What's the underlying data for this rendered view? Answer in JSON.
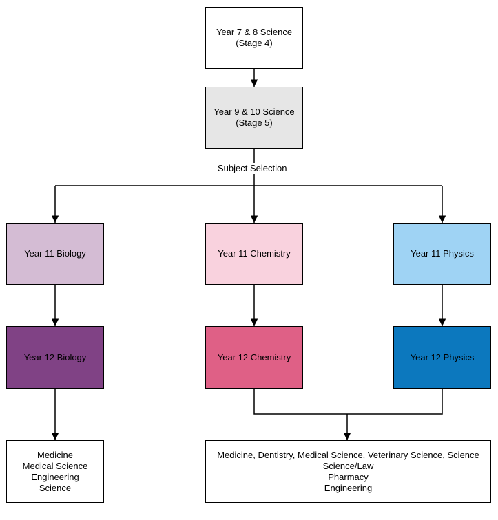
{
  "colors": {
    "stroke": "#000000",
    "fill_white": "#ffffff",
    "fill_gray": "#e6e6e6",
    "biology_light": "#d4bcd4",
    "biology_dark": "#804285",
    "chemistry_light": "#f9d2de",
    "chemistry_dark": "#df6086",
    "physics_light": "#9fd3f4",
    "physics_dark": "#0c78be"
  },
  "nodes": {
    "stage4": {
      "lines": [
        "Year 7 & 8 Science",
        "(Stage 4)"
      ]
    },
    "stage5": {
      "lines": [
        "Year 9 & 10 Science",
        "(Stage 5)"
      ]
    },
    "bio11": {
      "lines": [
        "Year 11 Biology"
      ]
    },
    "chem11": {
      "lines": [
        "Year 11 Chemistry"
      ]
    },
    "phys11": {
      "lines": [
        "Year 11 Physics"
      ]
    },
    "bio12": {
      "lines": [
        "Year 12 Biology"
      ]
    },
    "chem12": {
      "lines": [
        "Year 12 Chemistry"
      ]
    },
    "phys12": {
      "lines": [
        "Year 12 Physics"
      ]
    },
    "bio_careers": {
      "lines": [
        "Medicine",
        "Medical Science",
        "Engineering",
        "Science"
      ]
    },
    "physchem_careers": {
      "lines": [
        "Medicine, Dentistry, Medical Science, Veterinary Science, Science",
        "Science/Law",
        "Pharmacy",
        "Engineering"
      ]
    }
  },
  "edge_labels": {
    "subject_selection": "Subject Selection"
  }
}
